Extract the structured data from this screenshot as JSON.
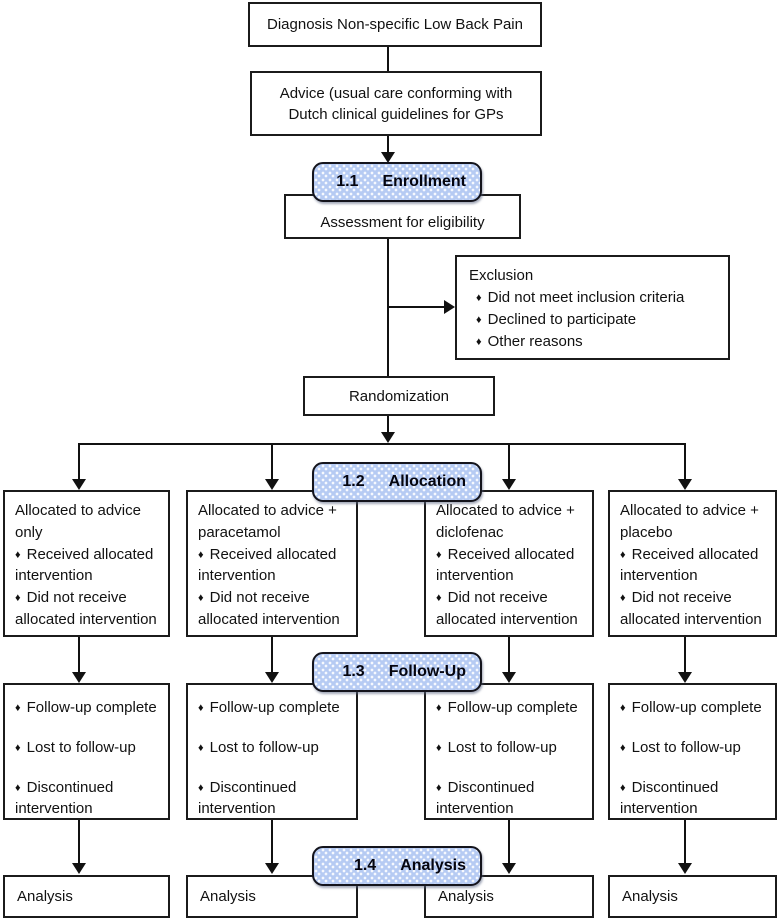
{
  "glyphs": {
    "bullet": "♦"
  },
  "colors": {
    "badge_fill": "#b6cbf3",
    "badge_border": "#14141c",
    "box_border": "#1b1b1b",
    "text": "#111111",
    "background": "#ffffff"
  },
  "flow": {
    "diagnosis": "Diagnosis Non-specific Low Back Pain",
    "advice": "Advice (usual care conforming with Dutch clinical guidelines for GPs",
    "badges": [
      {
        "number": "1.1",
        "label": "Enrollment"
      },
      {
        "number": "1.2",
        "label": "Allocation"
      },
      {
        "number": "1.3",
        "label": "Follow-Up"
      },
      {
        "number": "1.4",
        "label": "Analysis"
      }
    ],
    "assessment": "Assessment for eligibility",
    "exclusion": {
      "title": "Exclusion",
      "items": [
        "Did not meet inclusion criteria",
        "Declined to participate",
        "Other reasons"
      ]
    },
    "randomization": "Randomization",
    "allocation_boxes": [
      {
        "title": "Allocated to advice only",
        "items": [
          "Received allocated intervention",
          "Did not receive allocated intervention"
        ]
      },
      {
        "title": "Allocated to advice + paracetamol",
        "items": [
          "Received allocated intervention",
          "Did not receive allocated intervention"
        ]
      },
      {
        "title": "Allocated to advice + diclofenac",
        "items": [
          "Received allocated intervention",
          "Did not receive allocated intervention"
        ]
      },
      {
        "title": "Allocated to advice + placebo",
        "items": [
          "Received allocated intervention",
          "Did not receive allocated intervention"
        ]
      }
    ],
    "followup_boxes": [
      {
        "items": [
          "Follow-up complete",
          "Lost to follow-up",
          "Discontinued intervention"
        ]
      },
      {
        "items": [
          "Follow-up complete",
          "Lost to follow-up",
          "Discontinued intervention"
        ]
      },
      {
        "items": [
          "Follow-up complete",
          "Lost to follow-up",
          "Discontinued intervention"
        ]
      },
      {
        "items": [
          "Follow-up complete",
          "Lost to follow-up",
          "Discontinued intervention"
        ]
      }
    ],
    "analysis_boxes": [
      {
        "label": "Analysis"
      },
      {
        "label": "Analysis"
      },
      {
        "label": "Analysis"
      },
      {
        "label": "Analysis"
      }
    ]
  }
}
